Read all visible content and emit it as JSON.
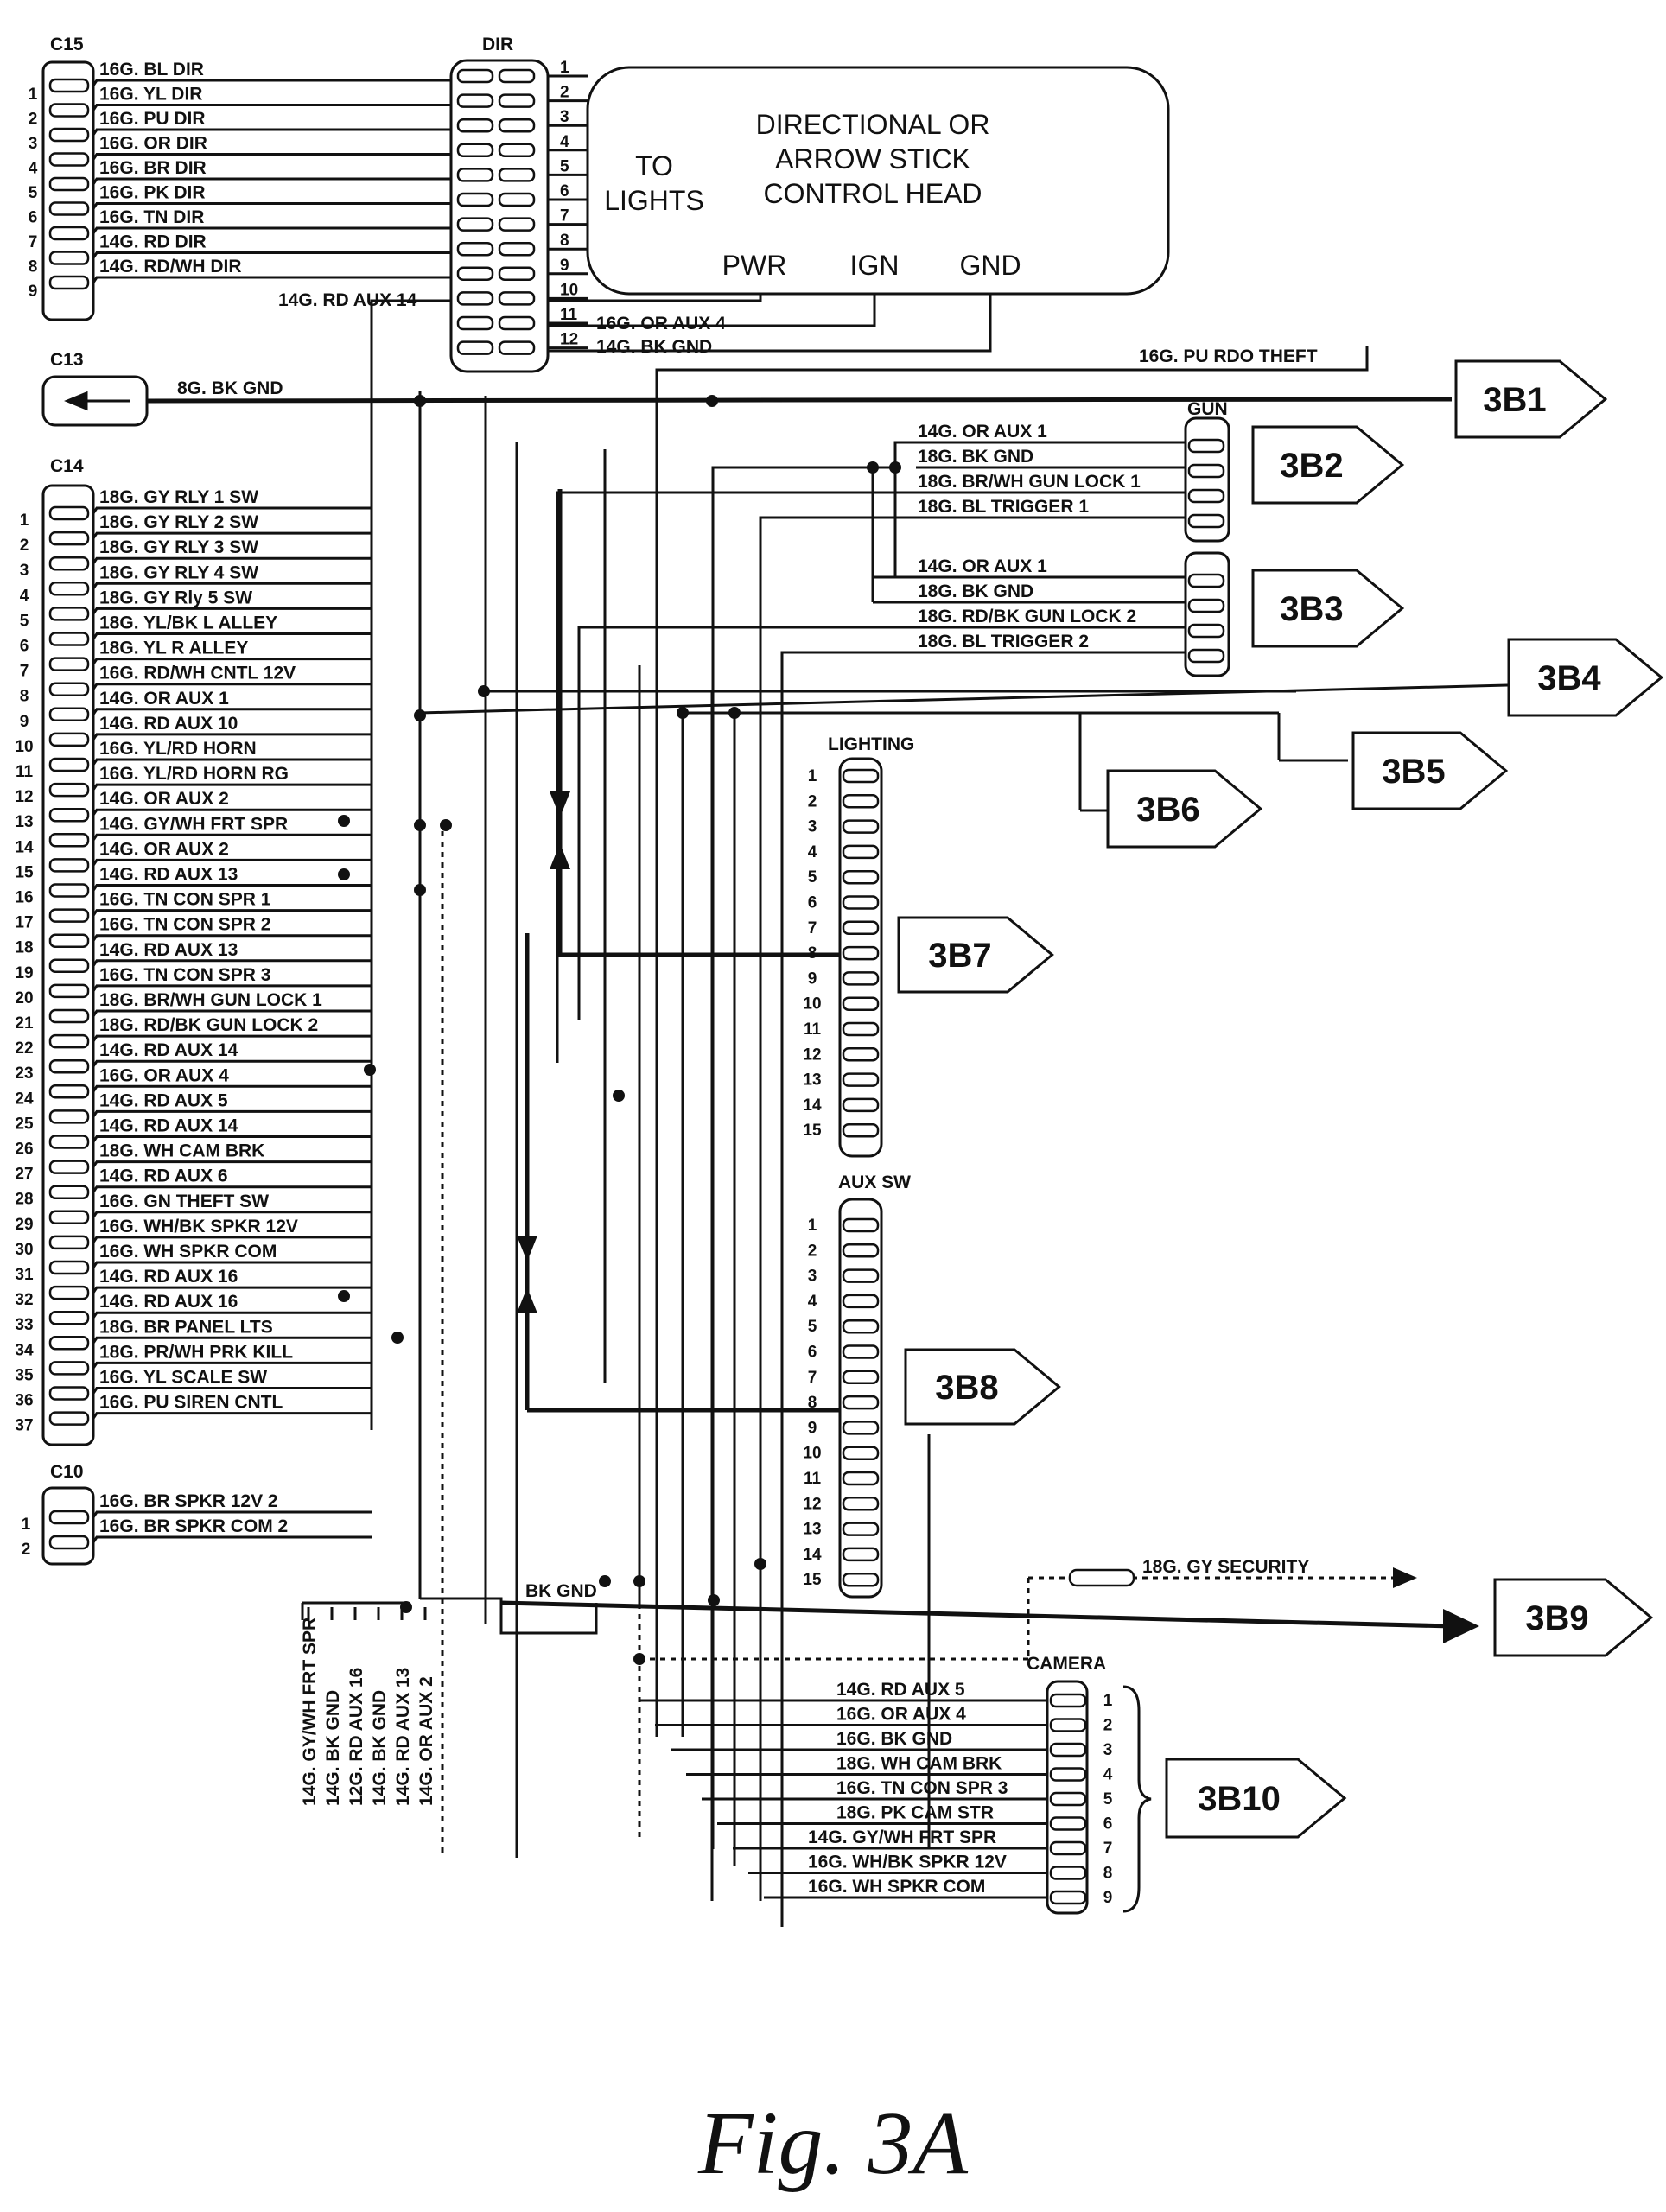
{
  "connectors": {
    "c15": {
      "name": "C15",
      "pins": [
        "1",
        "2",
        "3",
        "4",
        "5",
        "6",
        "7",
        "8",
        "9"
      ],
      "wires": [
        "16G. BL DIR",
        "16G. YL DIR",
        "16G. PU DIR",
        "16G. OR DIR",
        "16G. BR DIR",
        "16G. PK DIR",
        "16G. TN DIR",
        "14G. RD DIR",
        "14G. RD/WH DIR"
      ]
    },
    "dir": {
      "name": "DIR",
      "pins": [
        "1",
        "2",
        "3",
        "4",
        "5",
        "6",
        "7",
        "8",
        "9",
        "10",
        "11",
        "12"
      ],
      "wires": [
        "14G. RD AUX 14",
        "16G. OR AUX 4",
        "14G. BK GND"
      ]
    },
    "c13": {
      "name": "C13",
      "wire": "8G. BK GND"
    },
    "c14": {
      "name": "C14",
      "pins": [
        "1",
        "2",
        "3",
        "4",
        "5",
        "6",
        "7",
        "8",
        "9",
        "10",
        "11",
        "12",
        "13",
        "14",
        "15",
        "16",
        "17",
        "18",
        "19",
        "20",
        "21",
        "22",
        "23",
        "24",
        "25",
        "26",
        "27",
        "28",
        "29",
        "30",
        "31",
        "32",
        "33",
        "34",
        "35",
        "36",
        "37"
      ],
      "wires": [
        "18G. GY RLY 1 SW",
        "18G. GY RLY 2 SW",
        "18G. GY RLY 3 SW",
        "18G. GY RLY 4 SW",
        "18G. GY Rly 5 SW",
        "18G. YL/BK L ALLEY",
        "18G. YL R ALLEY",
        "16G. RD/WH CNTL 12V",
        "14G. OR AUX 1",
        "14G. RD AUX 10",
        "16G. YL/RD HORN",
        "16G. YL/RD HORN RG",
        "14G. OR AUX 2",
        "14G. GY/WH FRT SPR",
        "14G. OR AUX 2",
        "14G. RD AUX 13",
        "16G. TN CON SPR 1",
        "16G. TN CON SPR 2",
        "14G. RD AUX 13",
        "16G. TN CON SPR 3",
        "18G. BR/WH GUN LOCK 1",
        "18G. RD/BK GUN LOCK 2",
        "14G. RD AUX 14",
        "16G. OR AUX 4",
        "14G. RD AUX 5",
        "14G. RD AUX 14",
        "18G. WH CAM BRK",
        "14G. RD AUX 6",
        "16G. GN THEFT SW",
        "16G. WH/BK SPKR 12V",
        "16G. WH SPKR COM",
        "14G. RD AUX 16",
        "14G. RD AUX 16",
        "18G. BR PANEL LTS",
        "18G. PR/WH PRK KILL",
        "16G. YL SCALE SW",
        "16G. PU SIREN CNTL"
      ]
    },
    "c10": {
      "name": "C10",
      "pins": [
        "1",
        "2"
      ],
      "wires": [
        "16G. BR SPKR 12V 2",
        "16G. BR SPKR COM 2"
      ]
    },
    "gun": {
      "name": "GUN",
      "wires_a": [
        "14G. OR AUX 1",
        "18G. BK GND",
        "18G. BR/WH GUN LOCK 1",
        "18G. BL TRIGGER 1"
      ],
      "wires_b": [
        "14G. OR AUX 1",
        "18G. BK GND",
        "18G. RD/BK GUN LOCK 2",
        "18G. BL TRIGGER 2"
      ]
    },
    "lighting": {
      "name": "LIGHTING",
      "pins": [
        "1",
        "2",
        "3",
        "4",
        "5",
        "6",
        "7",
        "8",
        "9",
        "10",
        "11",
        "12",
        "13",
        "14",
        "15"
      ]
    },
    "auxsw": {
      "name": "AUX SW",
      "pins": [
        "1",
        "2",
        "3",
        "4",
        "5",
        "6",
        "7",
        "8",
        "9",
        "10",
        "11",
        "12",
        "13",
        "14",
        "15"
      ]
    },
    "camera": {
      "name": "CAMERA",
      "pins": [
        "1",
        "2",
        "3",
        "4",
        "5",
        "6",
        "7",
        "8",
        "9"
      ],
      "wires": [
        "14G. RD AUX 5",
        "16G. OR AUX 4",
        "16G. BK GND",
        "18G. WH CAM BRK",
        "16G. TN CON SPR 3",
        "18G. PK CAM STR",
        "14G. GY/WH FRT SPR",
        "16G. WH/BK SPKR 12V",
        "16G. WH SPKR COM"
      ]
    }
  },
  "control_head": {
    "title": [
      "DIRECTIONAL OR",
      "ARROW STICK",
      "CONTROL HEAD"
    ],
    "to_lights": [
      "TO",
      "LIGHTS"
    ],
    "terminals": [
      "PWR",
      "IGN",
      "GND"
    ]
  },
  "misc_wires": {
    "rdo_theft": "16G. PU RDO THEFT",
    "bk_gnd": "BK GND",
    "security": "18G. GY SECURITY",
    "vertical_bundle": [
      "14G. GY/WH FRT SPR",
      "14G. BK GND",
      "12G. RD AUX 16",
      "14G. BK GND",
      "14G. RD AUX 13",
      "14G. OR AUX 2"
    ]
  },
  "refs": [
    "3B1",
    "3B2",
    "3B3",
    "3B4",
    "3B5",
    "3B6",
    "3B7",
    "3B8",
    "3B9",
    "3B10"
  ],
  "figure_caption": "Fig.  3A"
}
